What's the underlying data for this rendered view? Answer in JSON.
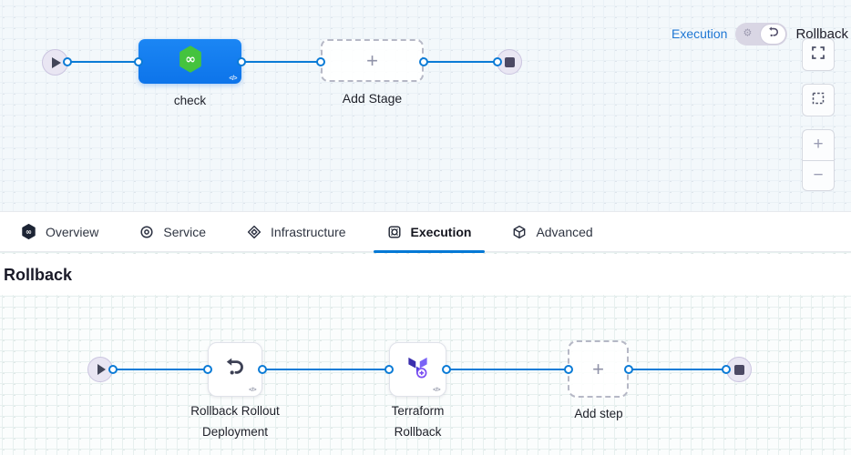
{
  "icons": {
    "plus": "+",
    "minus": "−",
    "code": "</>",
    "infinity": "∞",
    "gear": "⚙"
  },
  "pipeline_top": {
    "stage_name": "check",
    "add_stage_label": "Add Stage"
  },
  "tabs": [
    {
      "label": "Overview"
    },
    {
      "label": "Service"
    },
    {
      "label": "Infrastructure"
    },
    {
      "label": "Execution",
      "active": true
    },
    {
      "label": "Advanced"
    }
  ],
  "rollback_section": {
    "title": "Rollback",
    "execution_link": "Execution",
    "rollback_label": "Rollback",
    "step1_name": "Rollback Rollout Deployment",
    "step2_name": "Terraform Rollback",
    "add_step_label": "Add step"
  },
  "colors": {
    "accent_blue": "#0278d5",
    "stage_blue": "#0d74ea",
    "harness_green": "#45c33e",
    "terraform_purple": "#4c41d9"
  }
}
